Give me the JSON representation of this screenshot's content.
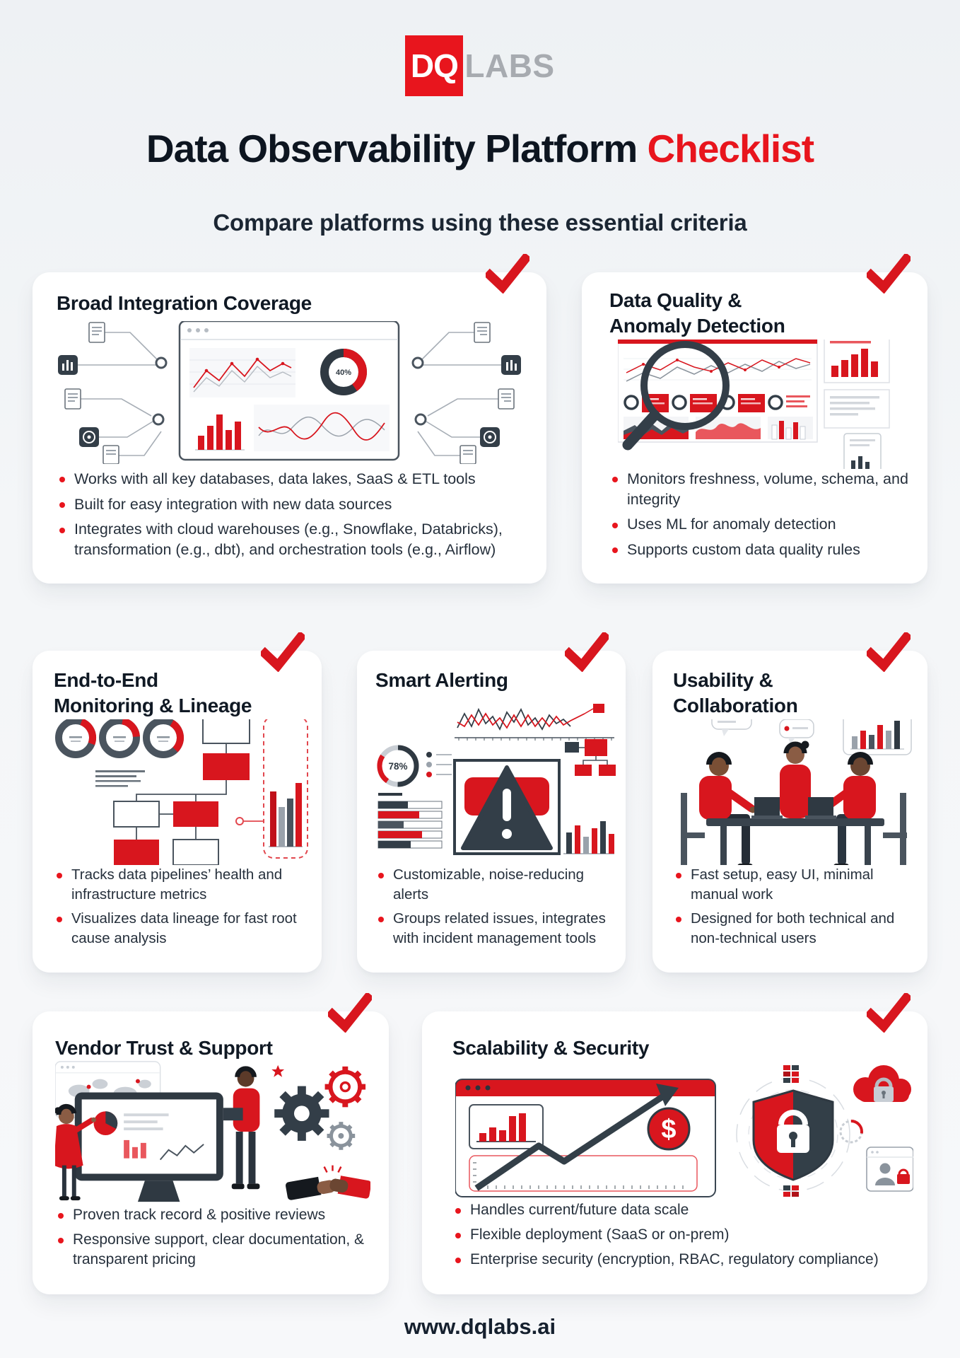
{
  "brand": {
    "logo_primary": "DQ",
    "logo_secondary": "LABS"
  },
  "header": {
    "title_main": "Data Observability Platform",
    "title_accent": "Checklist",
    "subtitle": "Compare platforms using these essential criteria"
  },
  "cards": [
    {
      "title": "Broad Integration Coverage",
      "bullets": [
        "Works with all key databases, data lakes, SaaS & ETL tools",
        "Built for easy integration with new data sources",
        "Integrates with cloud warehouses (e.g., Snowflake, Databricks), transformation (e.g., dbt), and orchestration tools (e.g., Airflow)"
      ]
    },
    {
      "title": "Data Quality &\nAnomaly Detection",
      "bullets": [
        "Monitors freshness, volume, schema, and integrity",
        "Uses ML for anomaly detection",
        "Supports custom data quality rules"
      ]
    },
    {
      "title": "End-to-End\nMonitoring & Lineage",
      "bullets": [
        "Tracks data pipelines’ health and infrastructure metrics",
        "Visualizes data lineage for fast root cause analysis"
      ]
    },
    {
      "title": "Smart Alerting",
      "bullets": [
        "Customizable, noise-reducing alerts",
        "Groups related issues, integrates with incident management tools"
      ]
    },
    {
      "title": "Usability &\nCollaboration",
      "bullets": [
        "Fast setup, easy UI, minimal manual work",
        "Designed for both technical and non-technical users"
      ]
    },
    {
      "title": "Vendor Trust & Support",
      "bullets": [
        "Proven track record & positive reviews",
        "Responsive support, clear documentation, & transparent pricing"
      ]
    },
    {
      "title": "Scalability & Security",
      "bullets": [
        "Handles current/future data scale",
        "Flexible deployment (SaaS or on-prem)",
        "Enterprise security (encryption, RBAC, regulatory compliance)"
      ]
    }
  ],
  "illustrations": {
    "donut_label": "40%",
    "gauge_label": "78%",
    "dollar_sign": "$"
  },
  "footer": {
    "url": "www.dqlabs.ai"
  },
  "colors": {
    "accent": "#D8161E",
    "bright_red": "#E8151D",
    "dark": "#333E48",
    "text": "#26303C"
  }
}
